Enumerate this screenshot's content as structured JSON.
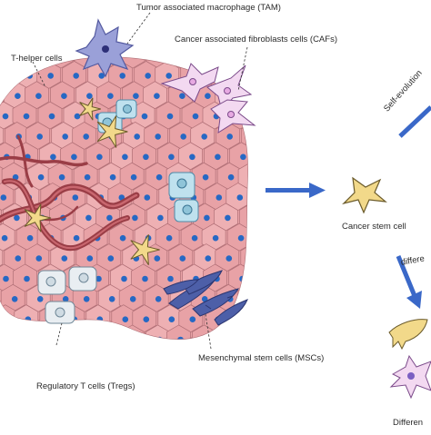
{
  "labels": {
    "tam": "Tumor associated macrophage (TAM)",
    "caf": "Cancer associated fibroblasts cells (CAFs)",
    "th": "T-helper cells",
    "csc": "Cancer stem cell",
    "msc": "Mesenchymal stem cells (MSCs)",
    "treg": "Regulatory T cells (Tregs)",
    "self": "Self-evolution",
    "diff": "differe",
    "diffcut": "Differen"
  },
  "colors": {
    "tumor_fill": "#e8a2a6",
    "tumor_stroke": "#b06f76",
    "nucleus": "#2668c4",
    "vessel": "#9a3d46",
    "vessel_light": "#c9676f",
    "arrow": "#3a68c8",
    "tam": "#9aa0d8",
    "caf": "#f3d9f1",
    "tcell": "#bfe1ee",
    "treg": "#e9eef2",
    "star": "#f2d98a",
    "msc": "#4d5fa8"
  }
}
